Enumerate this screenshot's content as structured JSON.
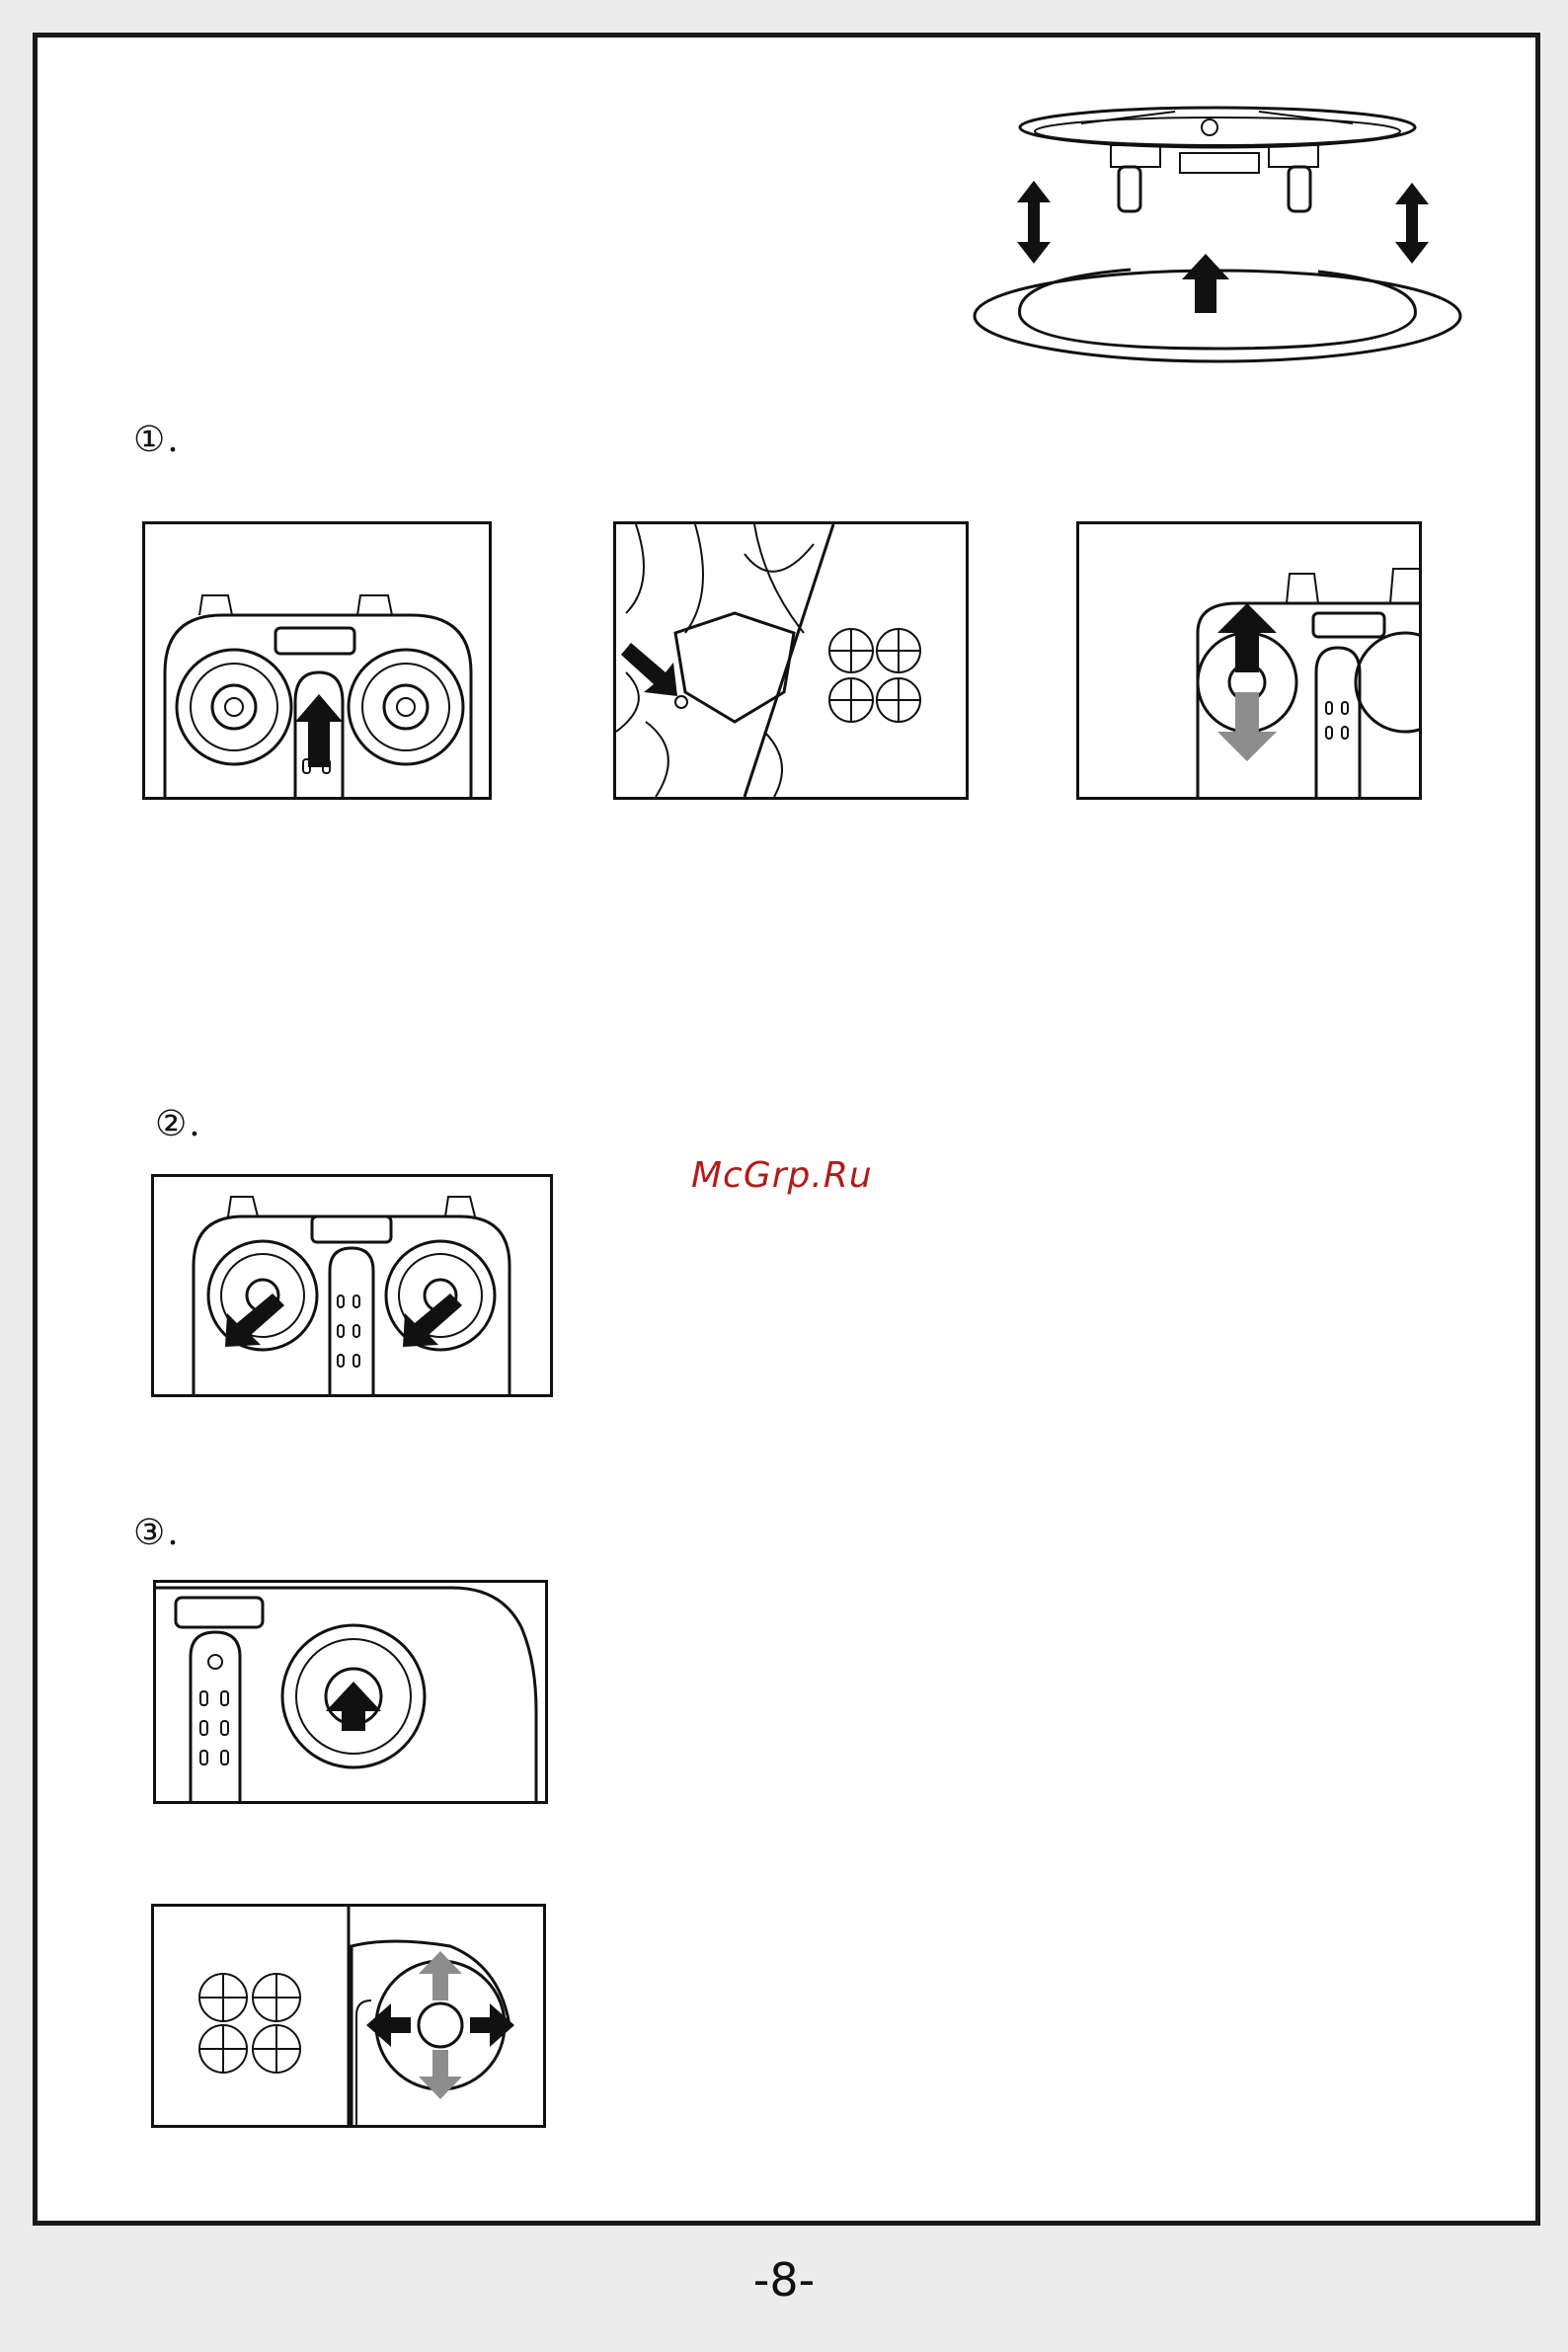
{
  "page": {
    "page_number": "-8-",
    "watermark_text": "McGrp.Ru",
    "watermark_color": "#b31b1b"
  },
  "steps": [
    {
      "id": "step-1",
      "label": "①."
    },
    {
      "id": "step-2",
      "label": "②."
    },
    {
      "id": "step-3",
      "label": "③."
    }
  ],
  "icons": {
    "top_illustration": "drone-takeoff-icon",
    "panel_1a": "remote-power-switch-icon",
    "panel_1b": "drone-power-button-icon",
    "panel_1c": "throttle-stick-up-down-icon",
    "panel_2": "both-sticks-down-outward-icon",
    "panel_3a": "throttle-stick-up-icon",
    "panel_3b": "drone-direction-stick-icon"
  }
}
